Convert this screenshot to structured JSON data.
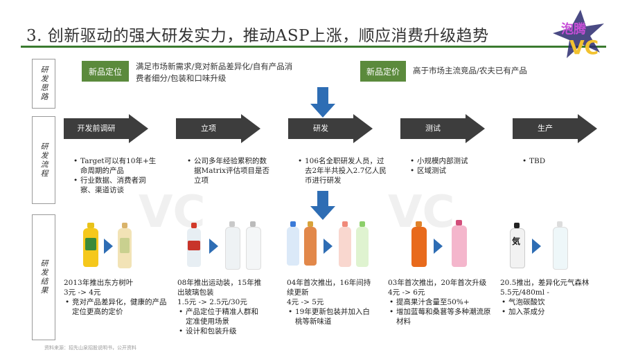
{
  "title": "3. 创新驱动的强大研发实力，推动ASP上涨，顺应消费升级趋势",
  "side_labels": [
    "研发思路",
    "研发流程",
    "研发结果"
  ],
  "ideas": [
    {
      "badge": "新品定位",
      "text_line1": "满足市场新需求/竞对新品差异化/自有产品消",
      "text_line2": "费者细分/包装和口味升级"
    },
    {
      "badge": "新品定价",
      "text_line1": "高于市场主流竞品/农夫已有产品",
      "text_line2": ""
    }
  ],
  "process": [
    {
      "label": "开发前调研",
      "bullets": [
        "Target可以有10年+生命周期的产品",
        "行业数据、消费者洞察、渠道访谈"
      ]
    },
    {
      "label": "立项",
      "bullets": [
        "公司多年经验累积的数据Matrix评估项目是否立项"
      ]
    },
    {
      "label": "研发",
      "bullets": [
        "106名全职研发人员，过去2年半共投入2.7亿人民币进行研发"
      ]
    },
    {
      "label": "测试",
      "bullets": [
        "小规模内部测试",
        "区域测试"
      ]
    },
    {
      "label": "生产",
      "bullets": [
        "TBD"
      ]
    }
  ],
  "results": [
    {
      "lines": [
        "2013年推出东方树叶",
        "3元 -> 4元"
      ],
      "bullets": [
        "竞对产品差异化，健康的产品定位更高的定价"
      ]
    },
    {
      "lines": [
        "08年推出运动装，15年推出玻璃包装",
        "1.5元 -> 2.5元/30元"
      ],
      "bullets": [
        "产品定位于精准人群和定准使用场景",
        "设计和包装升级"
      ]
    },
    {
      "lines": [
        "04年首次推出，16年间持续更新",
        "4元 -> 5元"
      ],
      "bullets": [
        "19年更新包装并加入白桃等新味道"
      ]
    },
    {
      "lines": [
        "03年首次推出，20年首次升级",
        "4元 -> 6元"
      ],
      "bullets": [
        "提高果汁含量至50%+",
        "增加蓝莓和桑葚等多种潮流原材料"
      ]
    },
    {
      "lines": [
        "20.5推出，差异化元气森林",
        "5.5元/480ml -"
      ],
      "bullets": [
        "气泡碳酸饮",
        "加入茶成分"
      ]
    }
  ],
  "footnote": "资料来源：招先山泉招股说明书，公开资料",
  "logo_text": "泡腾VC",
  "colors": {
    "accent_green": "#5b8a3c",
    "arrow_dark": "#3d3d3d",
    "arrow_blue": "#2e6db4"
  }
}
